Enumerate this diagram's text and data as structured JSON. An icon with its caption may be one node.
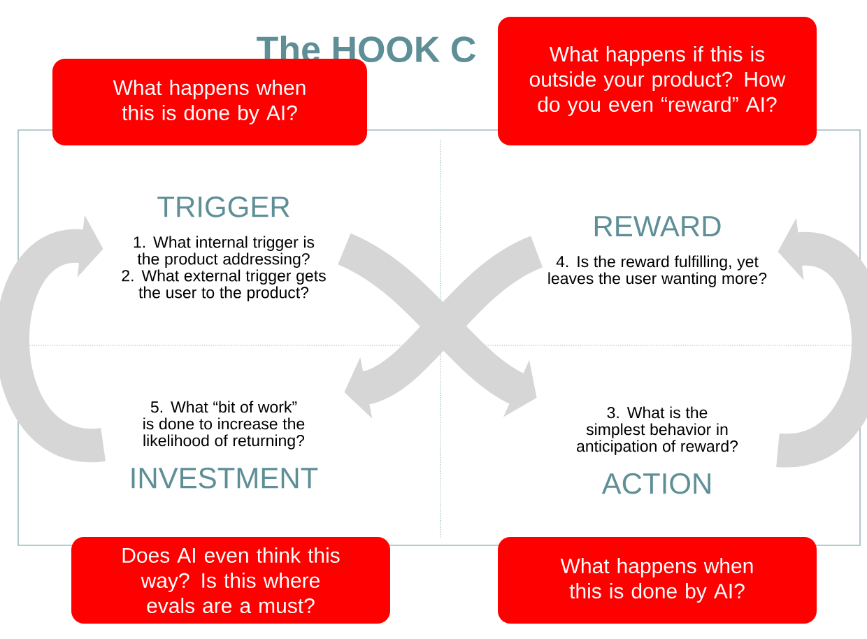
{
  "diagram": {
    "title": "The HOOK C",
    "nodes": [
      {
        "text": [
          "TRIGGER",
          "1. What internal trigger is the product addressing?",
          "2. What external trigger gets the user to the product?"
        ]
      },
      {
        "text": [
          "REWARD",
          "4. Is the reward fulfilling, yet leaves the user wanting more?"
        ]
      },
      {
        "text": [
          "5. What “bit of work” is done to increase the likelihood of returning?",
          "INVESTMENT"
        ]
      },
      {
        "text": [
          "3. What is the simplest behavior in anticipation of reward?",
          "ACTION"
        ]
      },
      {
        "text": [
          "What happens when this is done by AI?"
        ]
      },
      {
        "text": [
          "What happens if this is outside your product? How do you even “reward” AI?"
        ]
      },
      {
        "text": [
          "Does AI even think this way? Is this where evals are a must?"
        ]
      },
      {
        "text": [
          "What happens when this is done by AI?"
        ]
      }
    ],
    "edges": [
      {
        "from": 0,
        "to": 3,
        "arrow": "to"
      },
      {
        "from": 3,
        "to": 1,
        "arrow": "to"
      },
      {
        "from": 1,
        "to": 2,
        "arrow": "to"
      },
      {
        "from": 2,
        "to": 0,
        "arrow": "to"
      }
    ]
  }
}
